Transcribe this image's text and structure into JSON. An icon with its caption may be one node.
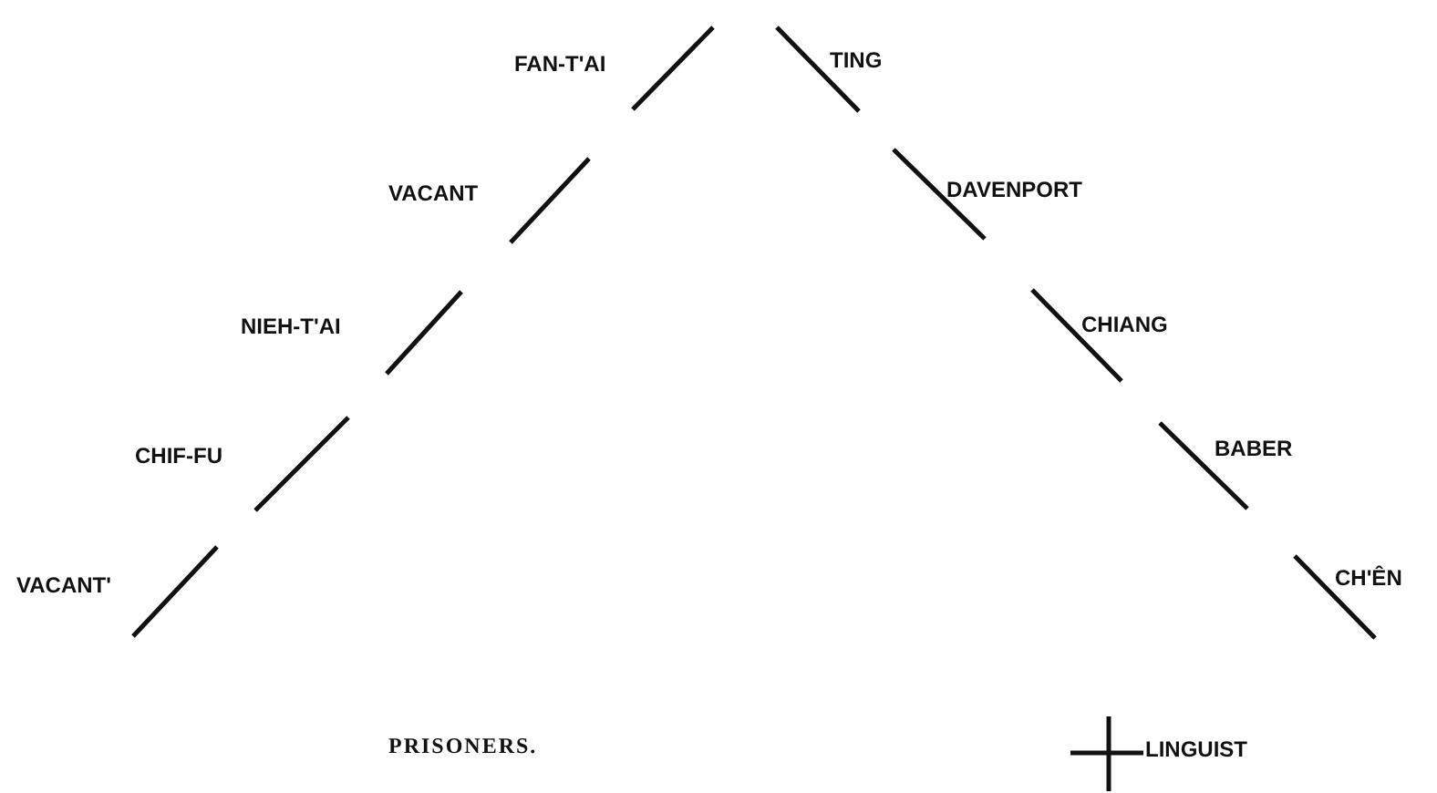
{
  "diagram": {
    "labels": [
      "FAN-T'AI",
      "TING",
      "VACANT",
      "DAVENPORT",
      "NIEH-T'AI",
      "CHIANG",
      "CHIF-FU",
      "BABER",
      "VACANT'",
      "CH'ÊN",
      "PRISONERS.",
      "LINGUIST"
    ]
  }
}
